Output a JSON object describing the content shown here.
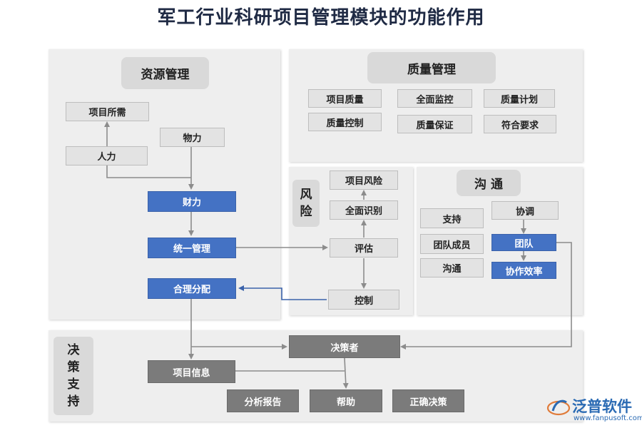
{
  "title": "军工行业科研项目管理模块的功能作用",
  "sections": {
    "resource": "资源管理",
    "quality": "质量管理",
    "risk": "风险",
    "communication": "沟 通",
    "decision": "决策支持"
  },
  "resource": {
    "project_needs": "项目所需",
    "manpower": "人力",
    "material": "物力",
    "finance": "财力",
    "unified": "统一管理",
    "allocation": "合理分配"
  },
  "quality": {
    "project_quality": "项目质量",
    "full_monitor": "全面监控",
    "quality_plan": "质量计划",
    "quality_control": "质量控制",
    "quality_assurance": "质量保证",
    "meet_requirements": "符合要求"
  },
  "risk": {
    "project_risk": "项目风险",
    "full_identify": "全面识别",
    "evaluate": "评估",
    "control": "控制"
  },
  "communication": {
    "support": "支持",
    "coordinate": "协调",
    "team_members": "团队成员",
    "team": "团队",
    "communicate": "沟通",
    "efficiency": "协作效率"
  },
  "decision": {
    "decision_maker": "决策者",
    "project_info": "项目信息",
    "analysis_report": "分析报告",
    "help": "帮助",
    "correct_decision": "正确决策"
  },
  "logo": {
    "name": "泛普软件",
    "url": "www.fanpusoft.com"
  },
  "colors": {
    "blue_box": "#4472c4",
    "dark_box": "#7b7b7b",
    "light_box": "#e3e3e3",
    "panel": "#eeeeee",
    "arrow": "#8c8c8c",
    "blue_arrow": "#3a62aa"
  }
}
